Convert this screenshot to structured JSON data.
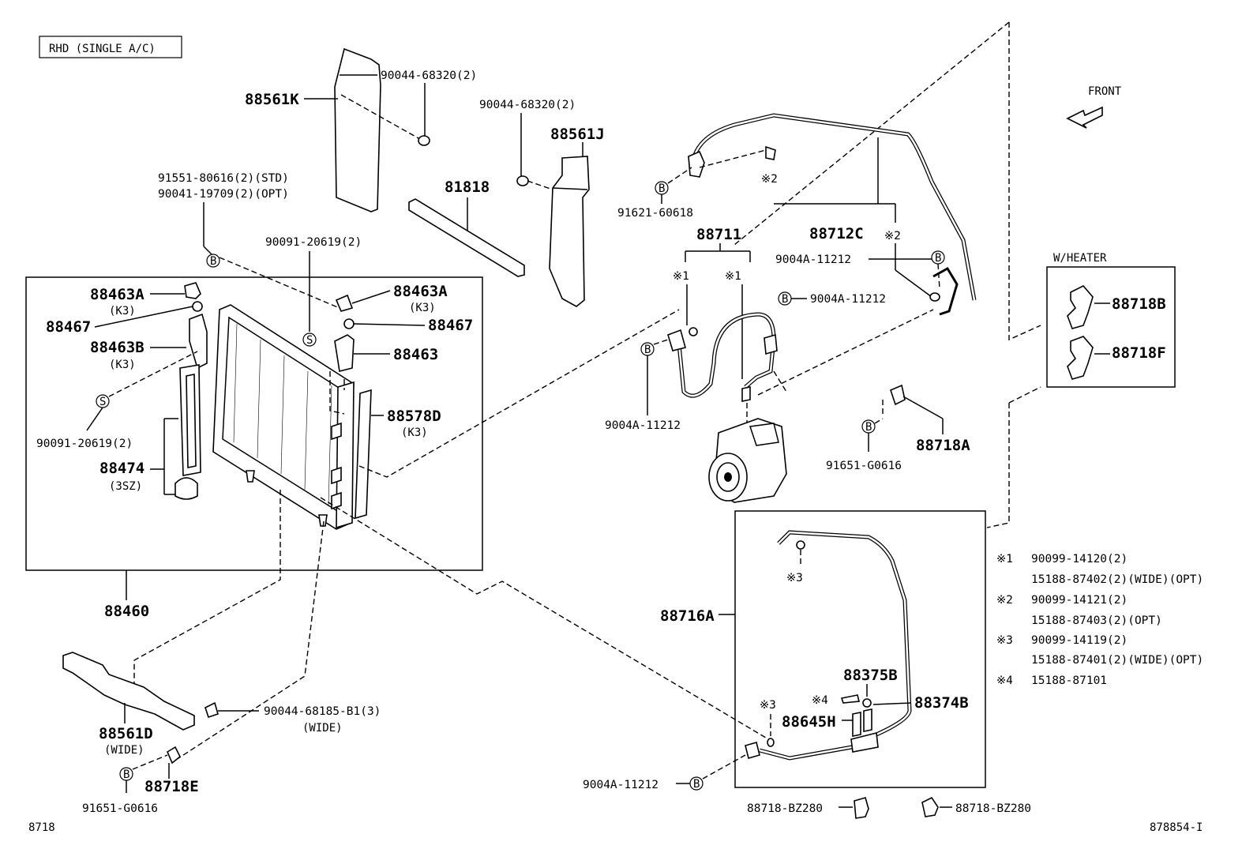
{
  "header": {
    "label": "RHD (SINGLE A/C)",
    "front": "FRONT",
    "heater_box": "W/HEATER"
  },
  "parts": {
    "p88561K": "88561K",
    "p90044_68320_a": "90044-68320(2)",
    "p90044_68320_b": "90044-68320(2)",
    "p88561J": "88561J",
    "p81818": "81818",
    "p91551": "91551-80616(2)(STD)",
    "p90041": "90041-19709(2)(OPT)",
    "p90091_top": "90091-20619(2)",
    "p90091_left": "90091-20619(2)",
    "p88463A_l": "88463A",
    "k3_a": "(K3)",
    "p88467_l": "88467",
    "p88463B": "88463B",
    "k3_b": "(K3)",
    "p88463A_r": "88463A",
    "k3_c": "(K3)",
    "p88467_r": "88467",
    "p88463": "88463",
    "p88578D": "88578D",
    "k3_d": "(K3)",
    "p88474": "88474",
    "sz3": "(3SZ)",
    "p88460": "88460",
    "p88561D": "88561D",
    "wide_a": "(WIDE)",
    "p90044_68185": "90044-68185-B1(3)",
    "wide_b": "(WIDE)",
    "p88718E": "88718E",
    "p91651_l": "91651-G0616",
    "p91621": "91621-60618",
    "p88711": "88711",
    "p88712C": "88712C",
    "m1a": "※1",
    "m1b": "※1",
    "m2a": "※2",
    "m2b": "※2",
    "m3a": "※3",
    "m3b": "※3",
    "m4": "※4",
    "p9004A_1": "9004A-11212",
    "p9004A_2": "9004A-11212",
    "p9004A_3": "9004A-11212",
    "p9004A_4": "9004A-11212",
    "p88718A": "88718A",
    "p91651_r": "91651-G0616",
    "p88718B": "88718B",
    "p88718F": "88718F",
    "p88716A": "88716A",
    "p88375B": "88375B",
    "p88374B": "88374B",
    "p88645H": "88645H",
    "p88718_BZ280_l": "88718-BZ280",
    "p88718_BZ280_r": "88718-BZ280"
  },
  "notes": [
    {
      "mark": "※1",
      "lines": [
        "90099-14120(2)",
        "15188-87402(2)(WIDE)(OPT)"
      ]
    },
    {
      "mark": "※2",
      "lines": [
        "90099-14121(2)",
        "15188-87403(2)(OPT)"
      ]
    },
    {
      "mark": "※3",
      "lines": [
        "90099-14119(2)",
        "15188-87401(2)(WIDE)(OPT)"
      ]
    },
    {
      "mark": "※4",
      "lines": [
        "15188-87101"
      ]
    }
  ],
  "callouts": {
    "B": "B",
    "S": "S"
  },
  "footer": {
    "left": "8718",
    "right": "878854-I"
  }
}
